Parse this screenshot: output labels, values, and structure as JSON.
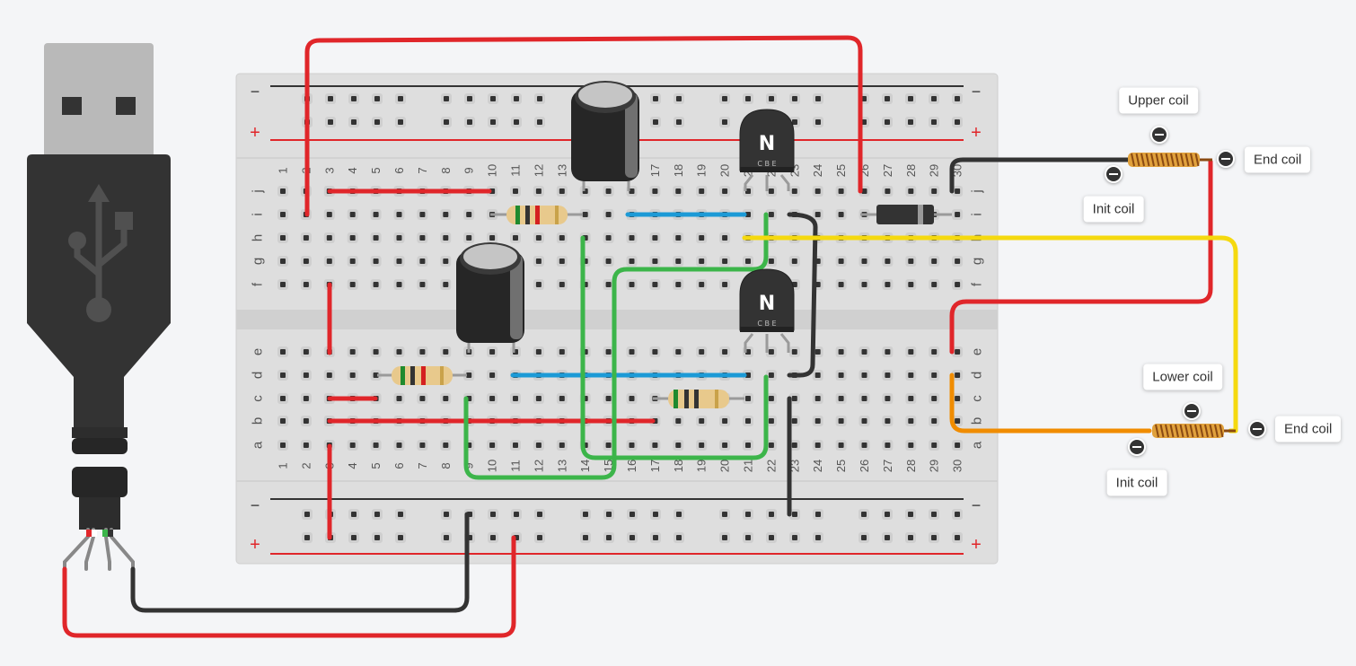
{
  "breadboard": {
    "columns": [
      "1",
      "2",
      "3",
      "4",
      "5",
      "6",
      "7",
      "8",
      "9",
      "10",
      "11",
      "12",
      "13",
      "14",
      "15",
      "16",
      "17",
      "18",
      "19",
      "20",
      "21",
      "22",
      "23",
      "24",
      "25",
      "26",
      "27",
      "28",
      "29",
      "30"
    ],
    "rows_top": [
      "j",
      "i",
      "h",
      "g",
      "f"
    ],
    "rows_bottom": [
      "e",
      "d",
      "c",
      "b",
      "a"
    ],
    "rail_minus": "−",
    "rail_plus": "+"
  },
  "transistors": [
    {
      "letter": "N",
      "pins": "C B E"
    },
    {
      "letter": "N",
      "pins": "C B E"
    }
  ],
  "coils": {
    "upper": {
      "upper_label": "Upper coil",
      "end_label": "End coil",
      "init_label": "Init coil"
    },
    "lower": {
      "upper_label": "Lower coil",
      "end_label": "End coil",
      "init_label": "Init coil"
    }
  },
  "colors": {
    "red": "#e0262a",
    "black": "#333333",
    "green": "#3cb54a",
    "blue": "#1c9ad6",
    "yellow": "#f5d90f",
    "orange": "#f08c00",
    "breadboard": "#dedede"
  }
}
